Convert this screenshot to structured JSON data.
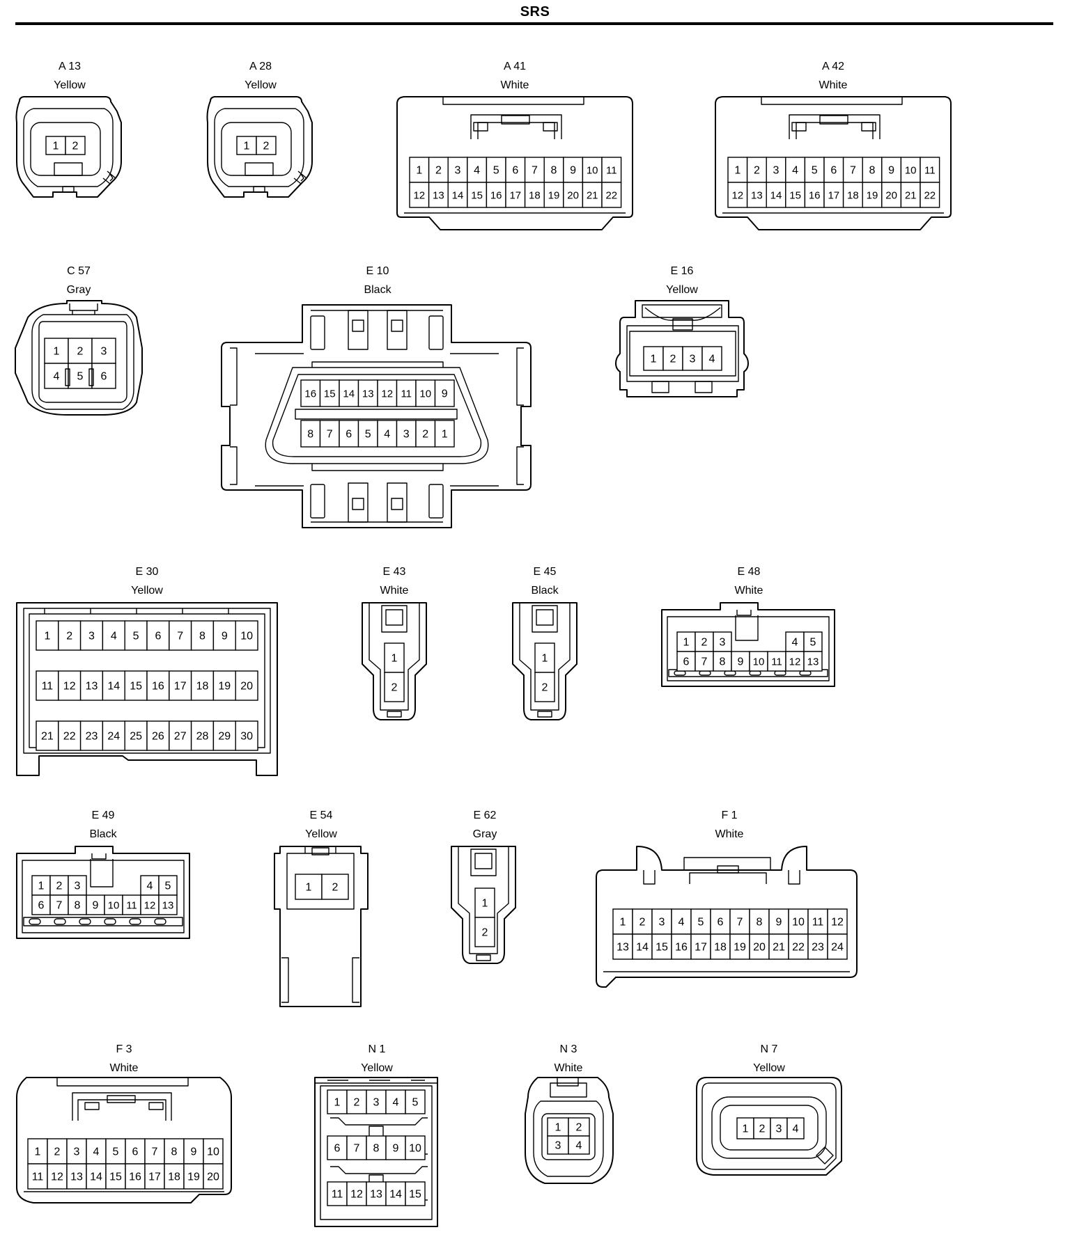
{
  "title": "SRS",
  "connectors": [
    {
      "id": "A 13",
      "color": "Yellow",
      "pins": [
        [
          "1",
          "2"
        ]
      ]
    },
    {
      "id": "A 28",
      "color": "Yellow",
      "pins": [
        [
          "1",
          "2"
        ]
      ]
    },
    {
      "id": "A 41",
      "color": "White",
      "pins": [
        [
          "1",
          "2",
          "3",
          "4",
          "5",
          "6",
          "7",
          "8",
          "9",
          "10",
          "11"
        ],
        [
          "12",
          "13",
          "14",
          "15",
          "16",
          "17",
          "18",
          "19",
          "20",
          "21",
          "22"
        ]
      ]
    },
    {
      "id": "A 42",
      "color": "White",
      "pins": [
        [
          "1",
          "2",
          "3",
          "4",
          "5",
          "6",
          "7",
          "8",
          "9",
          "10",
          "11"
        ],
        [
          "12",
          "13",
          "14",
          "15",
          "16",
          "17",
          "18",
          "19",
          "20",
          "21",
          "22"
        ]
      ]
    },
    {
      "id": "C 57",
      "color": "Gray",
      "pins": [
        [
          "1",
          "2",
          "3"
        ],
        [
          "4",
          "5",
          "6"
        ]
      ]
    },
    {
      "id": "E 10",
      "color": "Black",
      "pins": [
        [
          "16",
          "15",
          "14",
          "13",
          "12",
          "11",
          "10",
          "9"
        ],
        [
          "8",
          "7",
          "6",
          "5",
          "4",
          "3",
          "2",
          "1"
        ]
      ]
    },
    {
      "id": "E 16",
      "color": "Yellow",
      "pins": [
        [
          "1",
          "2",
          "3",
          "4"
        ]
      ]
    },
    {
      "id": "E 30",
      "color": "Yellow",
      "pins": [
        [
          "1",
          "2",
          "3",
          "4",
          "5",
          "6",
          "7",
          "8",
          "9",
          "10"
        ],
        [
          "11",
          "12",
          "13",
          "14",
          "15",
          "16",
          "17",
          "18",
          "19",
          "20"
        ],
        [
          "21",
          "22",
          "23",
          "24",
          "25",
          "26",
          "27",
          "28",
          "29",
          "30"
        ]
      ]
    },
    {
      "id": "E 43",
      "color": "White",
      "pins": [
        [
          "1"
        ],
        [
          "2"
        ]
      ]
    },
    {
      "id": "E 45",
      "color": "Black",
      "pins": [
        [
          "1"
        ],
        [
          "2"
        ]
      ]
    },
    {
      "id": "E 48",
      "color": "White",
      "pins": [
        [
          "1",
          "2",
          "3",
          "4",
          "5"
        ],
        [
          "6",
          "7",
          "8",
          "9",
          "10",
          "11",
          "12",
          "13"
        ]
      ]
    },
    {
      "id": "E 49",
      "color": "Black",
      "pins": [
        [
          "1",
          "2",
          "3",
          "4",
          "5"
        ],
        [
          "6",
          "7",
          "8",
          "9",
          "10",
          "11",
          "12",
          "13"
        ]
      ]
    },
    {
      "id": "E 54",
      "color": "Yellow",
      "pins": [
        [
          "1",
          "2"
        ]
      ]
    },
    {
      "id": "E 62",
      "color": "Gray",
      "pins": [
        [
          "1"
        ],
        [
          "2"
        ]
      ]
    },
    {
      "id": "F 1",
      "color": "White",
      "pins": [
        [
          "1",
          "2",
          "3",
          "4",
          "5",
          "6",
          "7",
          "8",
          "9",
          "10",
          "11",
          "12"
        ],
        [
          "13",
          "14",
          "15",
          "16",
          "17",
          "18",
          "19",
          "20",
          "21",
          "22",
          "23",
          "24"
        ]
      ]
    },
    {
      "id": "F 3",
      "color": "White",
      "pins": [
        [
          "1",
          "2",
          "3",
          "4",
          "5",
          "6",
          "7",
          "8",
          "9",
          "10"
        ],
        [
          "11",
          "12",
          "13",
          "14",
          "15",
          "16",
          "17",
          "18",
          "19",
          "20"
        ]
      ]
    },
    {
      "id": "N 1",
      "color": "Yellow",
      "pins": [
        [
          "1",
          "2",
          "3",
          "4",
          "5"
        ],
        [
          "6",
          "7",
          "8",
          "9",
          "10"
        ],
        [
          "11",
          "12",
          "13",
          "14",
          "15"
        ]
      ]
    },
    {
      "id": "N 3",
      "color": "White",
      "pins": [
        [
          "1",
          "2"
        ],
        [
          "3",
          "4"
        ]
      ]
    },
    {
      "id": "N 7",
      "color": "Yellow",
      "pins": [
        [
          "1",
          "2",
          "3",
          "4"
        ]
      ]
    }
  ]
}
